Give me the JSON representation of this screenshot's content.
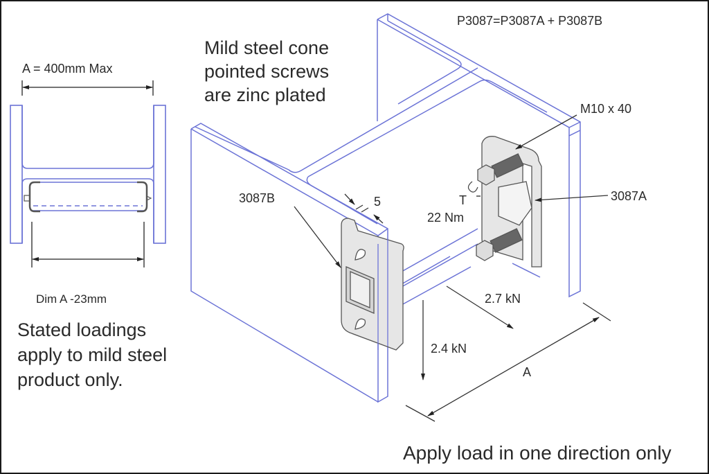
{
  "diagram": {
    "title": "P3087=P3087A + P3087B",
    "colors": {
      "beam_outline": "#6b73d6",
      "part_fill": "#e8e8e8",
      "part_stroke": "#555555",
      "leader": "#333333",
      "text": "#2a2a2a"
    },
    "left_view": {
      "dimension_top": "A = 400mm Max",
      "dimension_bottom": "Dim A -23mm"
    },
    "notes": {
      "screws": [
        "Mild steel cone",
        "pointed screws",
        "are zinc plated"
      ],
      "loading": [
        "Stated loadings",
        "apply to mild steel",
        "product only."
      ],
      "direction": "Apply load in one direction only"
    },
    "callouts": {
      "part_b": "3087B",
      "part_a": "3087A",
      "bolt": "M10 x 40",
      "flange_thickness": "5",
      "torque_symbol": "T",
      "torque_value": "22 Nm",
      "load_axial": "2.7 kN",
      "load_vertical": "2.4 kN",
      "span": "A"
    }
  }
}
